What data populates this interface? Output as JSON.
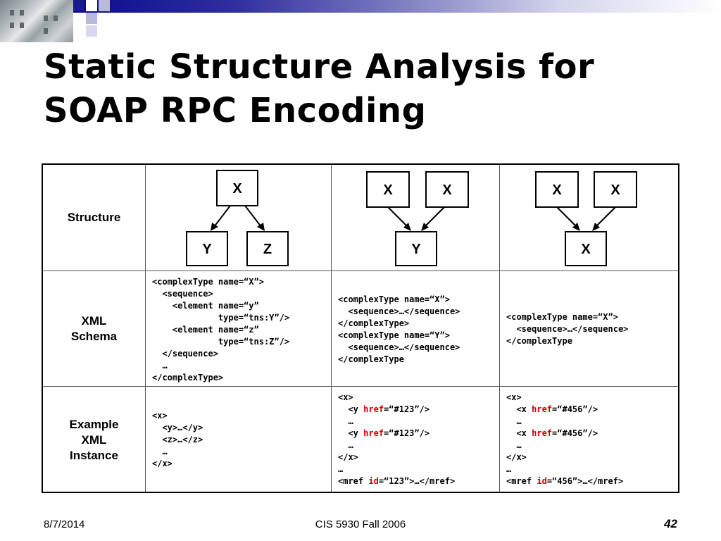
{
  "slide": {
    "title_line1": "Static Structure Analysis for",
    "title_line2": "SOAP RPC Encoding"
  },
  "table": {
    "row_labels": {
      "structure": "Structure",
      "xml_schema": [
        "XML",
        "Schema"
      ],
      "example_instance": [
        "Example",
        "XML",
        "Instance"
      ]
    },
    "diagrams": [
      {
        "top": [
          "X"
        ],
        "bottom": [
          "Y",
          "Z"
        ]
      },
      {
        "top": [
          "X",
          "X"
        ],
        "bottom": [
          "Y"
        ]
      },
      {
        "top": [
          "X",
          "X"
        ],
        "bottom": [
          "X"
        ]
      }
    ],
    "schemas": [
      [
        "<complexType name=“X”>",
        "  <sequence>",
        "    <element name=“y”",
        "             type=“tns:Y”/>",
        "    <element name=“z”",
        "             type=“tns:Z”/>",
        "  </sequence>",
        "  …",
        "</complexType>"
      ],
      [
        "<complexType name=“X”>",
        "  <sequence>…</sequence>",
        "</complexType>",
        "<complexType name=“Y”>",
        "  <sequence>…</sequence>",
        "</complexType"
      ],
      [
        "<complexType name=“X”>",
        "  <sequence>…</sequence>",
        "</complexType"
      ]
    ],
    "instances": [
      [
        "<x>",
        "  <y>…</y>",
        "  <z>…</z>",
        "  …",
        "</x>"
      ],
      [
        "<x>",
        "  <y href=“#123”/>",
        "  …",
        "  <y href=“#123”/>",
        "  …",
        "</x>",
        "…",
        "<mref id=“123”>…</mref>"
      ],
      [
        "<x>",
        "  <x href=“#456”/>",
        "  …",
        "  <x href=“#456”/>",
        "  …",
        "</x>",
        "…",
        "<mref id=“456”>…</mref>"
      ]
    ],
    "highlight_words": [
      "href",
      "id"
    ]
  },
  "footer": {
    "date": "8/7/2014",
    "course": "CIS 5930 Fall 2006",
    "page": "42"
  },
  "colors": {
    "band_start": "#0a0a8f",
    "highlight": "#cc0000"
  }
}
